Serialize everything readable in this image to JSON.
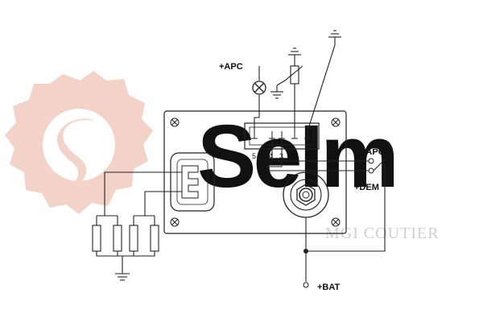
{
  "watermark": {
    "brand": "SeIm",
    "subtitle": "MGI COUTIER",
    "gear_color": "#f3d2c8",
    "text_color": "#cccccc"
  },
  "labels": {
    "apc_top": "+APC",
    "apc_side": "+APC",
    "dem": "+DEM",
    "bat": "+BAT"
  },
  "connector_pins": [
    "5",
    "4",
    "3",
    "2",
    "1"
  ],
  "colors": {
    "line": "#222222",
    "module_fill": "#f4f4f4"
  }
}
